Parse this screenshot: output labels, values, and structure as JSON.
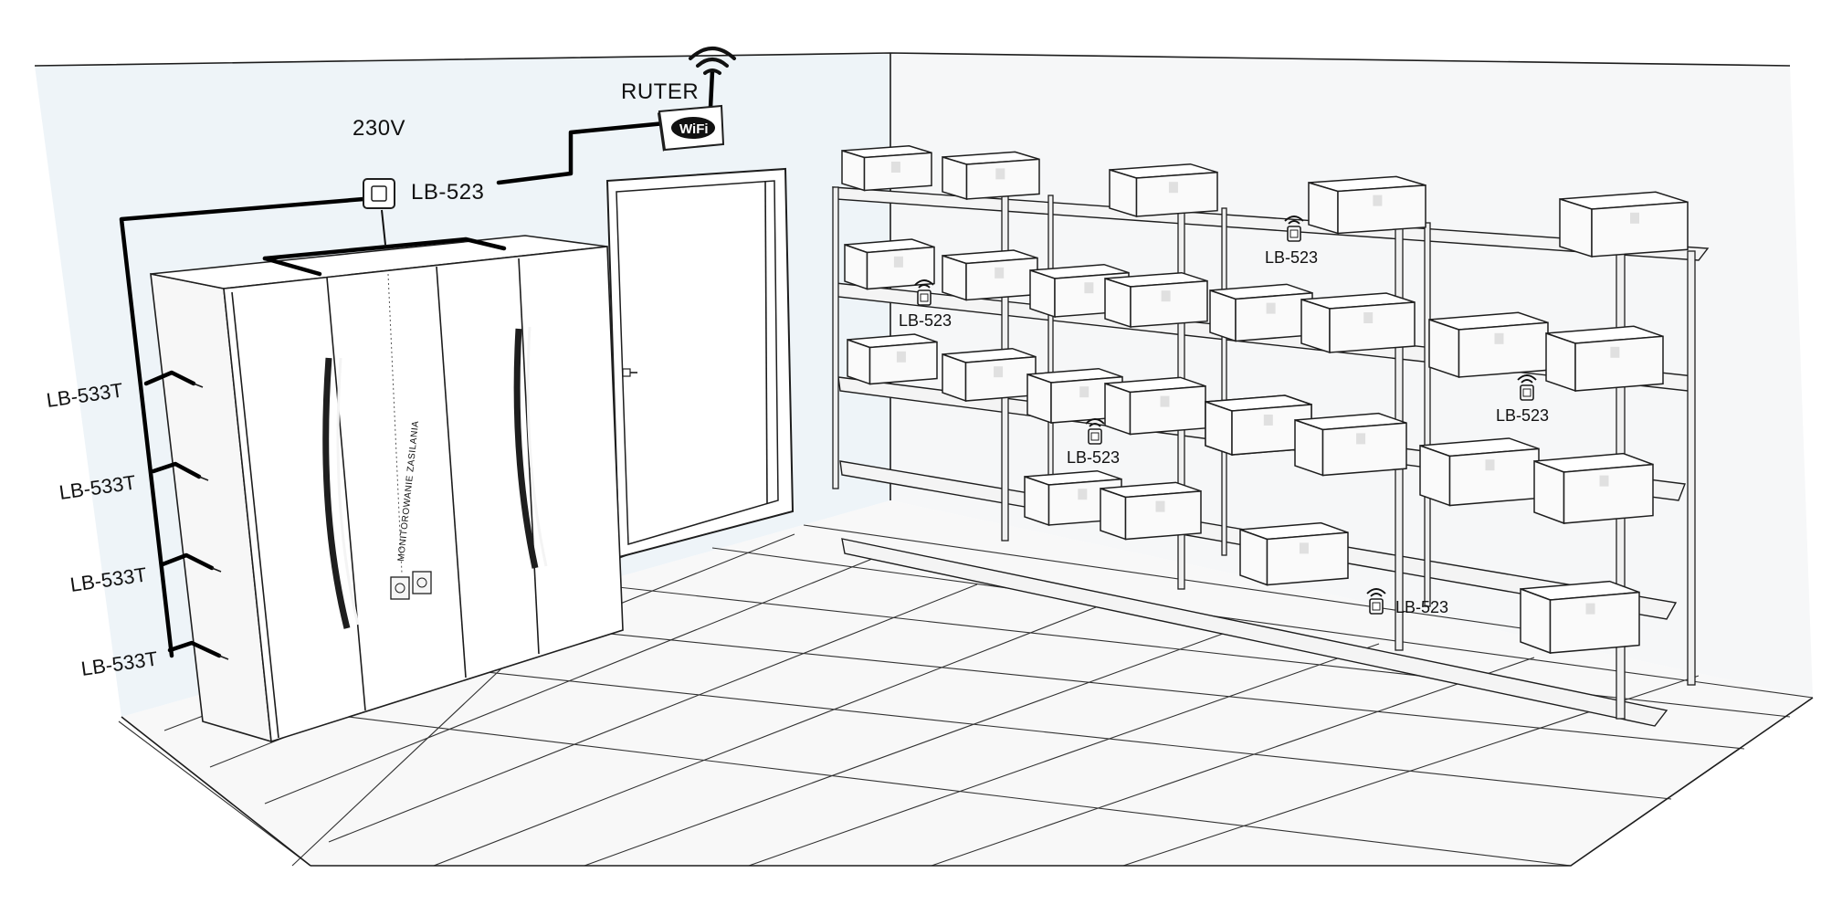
{
  "labels": {
    "router": "RUTER",
    "power": "230V",
    "wifi_badge": "WiFi",
    "router_gateway": "LB-523",
    "cabinet_caption": "MONITOROWANIE ZASILANIA",
    "temp_probes": [
      "LB-533T",
      "LB-533T",
      "LB-533T",
      "LB-533T"
    ],
    "shelf_sensors": [
      "LB-523",
      "LB-523",
      "LB-523",
      "LB-523",
      "LB-523"
    ]
  },
  "colors": {
    "wall_left": "#eef4f8",
    "wall_right": "#f6f7f8",
    "floor": "#f7f7f7",
    "cable": "#000000",
    "outline": "#1e1e1e"
  }
}
